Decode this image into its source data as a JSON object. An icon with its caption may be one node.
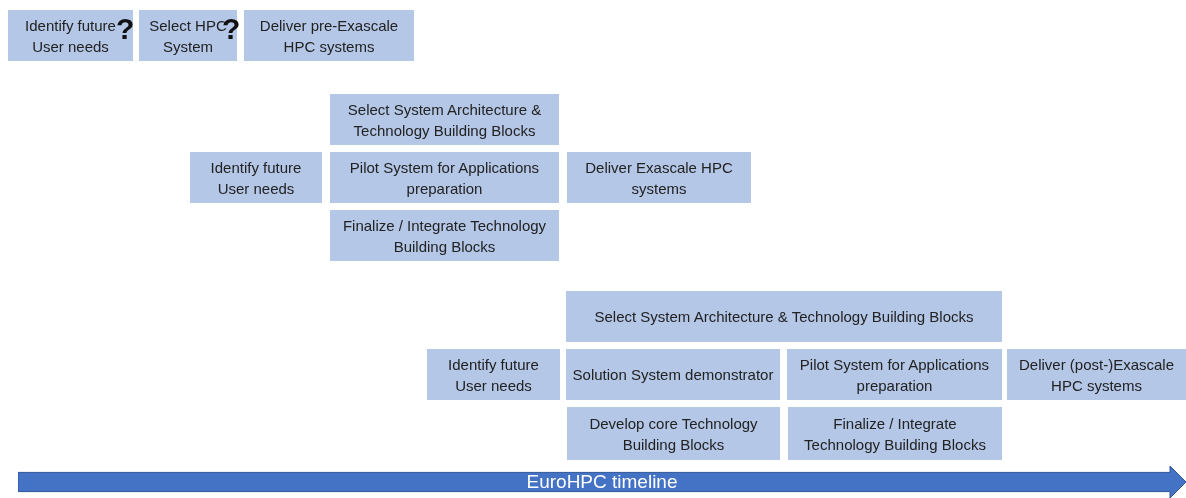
{
  "diagram": {
    "nodes": [
      {
        "text": [
          "Identify future User needs"
        ]
      },
      {
        "text": [
          "Select HPC System"
        ]
      },
      {
        "text": [
          "Deliver pre-Exascale HPC systems"
        ]
      },
      {
        "text": [
          "Select System Architecture & Technology Building Blocks"
        ]
      },
      {
        "text": [
          "Identify future User needs"
        ]
      },
      {
        "text": [
          "Pilot System for Applications preparation"
        ]
      },
      {
        "text": [
          "Deliver Exascale HPC systems"
        ]
      },
      {
        "text": [
          "Finalize / Integrate Technology Building Blocks"
        ]
      },
      {
        "text": [
          "Select System Architecture & Technology Building Blocks"
        ]
      },
      {
        "text": [
          "Identify future User needs"
        ]
      },
      {
        "text": [
          "Solution System demonstrator"
        ]
      },
      {
        "text": [
          "Pilot System for Applications preparation"
        ]
      },
      {
        "text": [
          "Deliver (post-)Exascale HPC systems"
        ]
      },
      {
        "text": [
          "Develop core Technology Building Blocks"
        ]
      },
      {
        "text": [
          "Finalize / Integrate Technology Building Blocks"
        ]
      },
      {
        "text": [
          "EuroHPC timeline"
        ]
      }
    ],
    "labels": [
      "?",
      "?"
    ]
  }
}
